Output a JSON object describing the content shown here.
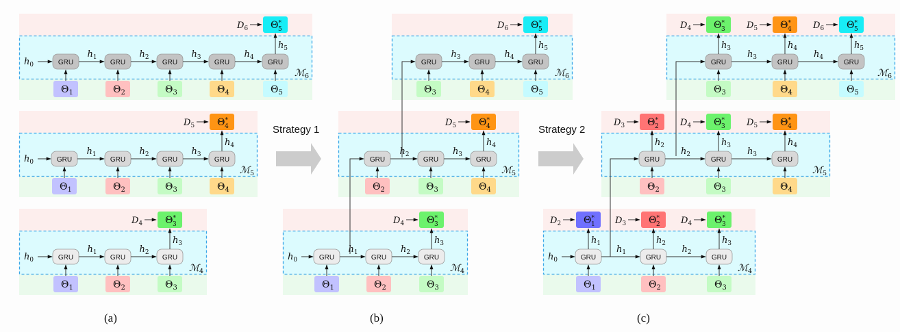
{
  "colors": {
    "pink_band": "#fdeeed",
    "blue_band": "#dcfbfe",
    "green_band": "#eafaec",
    "dashed_border": "#3aa6e8",
    "gru_dark": "#c3c3c3",
    "gru_mid": "#d8d8d8",
    "gru_light": "#ececec",
    "theta": {
      "1": "#c2c2ff",
      "2": "#ffc0c0",
      "3": "#c4fbc4",
      "4": "#ffd98a",
      "5": "#c5fbff"
    },
    "theta_star": {
      "1": "#7070ff",
      "2": "#ff7474",
      "3": "#6cf26c",
      "4": "#ff9414",
      "5": "#18edf6"
    },
    "arrow_big": "#cccccc"
  },
  "labels": {
    "gru": "GRU",
    "strategy1": "Strategy 1",
    "strategy2": "Strategy 2",
    "panel_a": "(a)",
    "panel_b": "(b)",
    "panel_c": "(c)"
  },
  "panels": {
    "a": {
      "rows": [
        {
          "model": "M6",
          "model_sub": "6",
          "gru_shade": "dark",
          "gru_count": 5,
          "h0": true,
          "thetas": [
            1,
            2,
            3,
            4,
            5
          ],
          "hidden": [
            "1",
            "2",
            "3",
            "4"
          ],
          "outputs": [
            {
              "gru": 4,
              "h": "5",
              "d": "6",
              "theta": 5
            }
          ]
        },
        {
          "model": "M5",
          "model_sub": "5",
          "gru_shade": "mid",
          "gru_count": 4,
          "h0": true,
          "thetas": [
            1,
            2,
            3,
            4
          ],
          "hidden": [
            "1",
            "2",
            "3"
          ],
          "outputs": [
            {
              "gru": 3,
              "h": "4",
              "d": "5",
              "theta": 4
            }
          ]
        },
        {
          "model": "M4",
          "model_sub": "4",
          "gru_shade": "light",
          "gru_count": 3,
          "h0": true,
          "thetas": [
            1,
            2,
            3
          ],
          "hidden": [
            "1",
            "2"
          ],
          "outputs": [
            {
              "gru": 2,
              "h": "3",
              "d": "4",
              "theta": 3
            }
          ]
        }
      ]
    },
    "b": {
      "rows": [
        {
          "model": "M6",
          "model_sub": "6",
          "gru_shade": "dark",
          "gru_count": 3,
          "h0": false,
          "thetas": [
            3,
            4,
            5
          ],
          "hidden": [
            "3",
            "4"
          ],
          "outputs": [
            {
              "gru": 2,
              "h": "5",
              "d": "6",
              "theta": 5
            }
          ]
        },
        {
          "model": "M5",
          "model_sub": "5",
          "gru_shade": "mid",
          "gru_count": 3,
          "h0": false,
          "thetas": [
            2,
            3,
            4
          ],
          "hidden": [
            "2",
            "3"
          ],
          "outputs": [
            {
              "gru": 2,
              "h": "4",
              "d": "5",
              "theta": 4
            }
          ]
        },
        {
          "model": "M4",
          "model_sub": "4",
          "gru_shade": "light",
          "gru_count": 3,
          "h0": true,
          "thetas": [
            1,
            2,
            3
          ],
          "hidden": [
            "1",
            "2"
          ],
          "outputs": [
            {
              "gru": 2,
              "h": "3",
              "d": "4",
              "theta": 3
            }
          ]
        }
      ]
    },
    "c": {
      "rows": [
        {
          "model": "M6",
          "model_sub": "6",
          "gru_shade": "dark",
          "gru_count": 3,
          "h0": false,
          "thetas": [
            3,
            4,
            5
          ],
          "hidden": [
            "3",
            "4"
          ],
          "outputs": [
            {
              "gru": 0,
              "h": "3",
              "d": "4",
              "theta": 3
            },
            {
              "gru": 1,
              "h": "4",
              "d": "5",
              "theta": 4
            },
            {
              "gru": 2,
              "h": "5",
              "d": "6",
              "theta": 5
            }
          ]
        },
        {
          "model": "M5",
          "model_sub": "5",
          "gru_shade": "mid",
          "gru_count": 3,
          "h0": false,
          "thetas": [
            2,
            3,
            4
          ],
          "hidden": [
            "2",
            "3"
          ],
          "outputs": [
            {
              "gru": 0,
              "h": "2",
              "d": "3",
              "theta": 2
            },
            {
              "gru": 1,
              "h": "3",
              "d": "4",
              "theta": 3
            },
            {
              "gru": 2,
              "h": "4",
              "d": "5",
              "theta": 4
            }
          ]
        },
        {
          "model": "M4",
          "model_sub": "4",
          "gru_shade": "light",
          "gru_count": 3,
          "h0": true,
          "thetas": [
            1,
            2,
            3
          ],
          "hidden": [
            "1",
            "2"
          ],
          "outputs": [
            {
              "gru": 0,
              "h": "1",
              "d": "2",
              "theta": 1
            },
            {
              "gru": 1,
              "h": "2",
              "d": "3",
              "theta": 2
            },
            {
              "gru": 2,
              "h": "3",
              "d": "4",
              "theta": 3
            }
          ]
        }
      ]
    }
  }
}
